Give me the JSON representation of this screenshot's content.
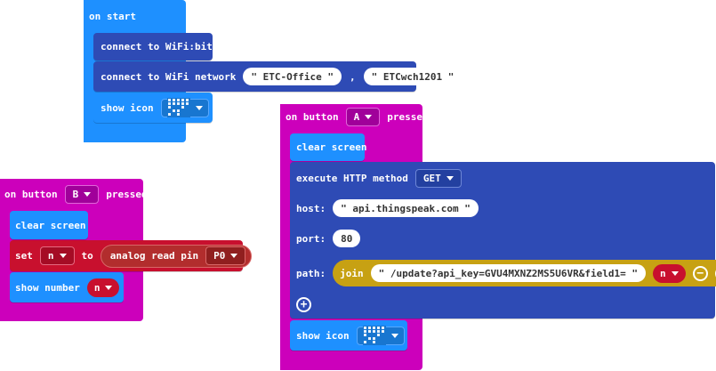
{
  "colors": {
    "basic": "#1e90ff",
    "wifi": "#2e4bb5",
    "input": "#cc00bb",
    "variables": "#c8102e",
    "pins": "#b22d2d",
    "text": "#c7a113"
  },
  "on_start": {
    "hat_label": "on start",
    "connect_wifibit": "connect to WiFi:bit",
    "connect_network_label": "connect to WiFi network",
    "ssid": "\" ETC-Office \"",
    "separator": ",",
    "password": "\" ETCwch1201 \"",
    "show_icon_label": "show icon"
  },
  "button_a": {
    "hat_label": "on button",
    "button": "A",
    "pressed": "pressed",
    "clear_screen": "clear screen",
    "http_label": "execute HTTP method",
    "method": "GET",
    "host_label": "host:",
    "host_value": "\" api.thingspeak.com \"",
    "port_label": "port:",
    "port_value": "80",
    "path_label": "path:",
    "join_label": "join",
    "join_text": "\" /update?api_key=GVU4MXNZ2MS5U6VR&field1= \"",
    "join_var": "n",
    "minus_icon": "minus-circle-icon",
    "plus_icon": "plus-circle-icon",
    "add_icon": "plus-circle-icon",
    "show_icon_label": "show icon"
  },
  "button_b": {
    "hat_label": "on button",
    "button": "B",
    "pressed": "pressed",
    "clear_screen": "clear screen",
    "set_label": "set",
    "var": "n",
    "to_label": "to",
    "analog_label": "analog read pin",
    "pin": "P0",
    "show_number_label": "show number",
    "number_var": "n"
  }
}
